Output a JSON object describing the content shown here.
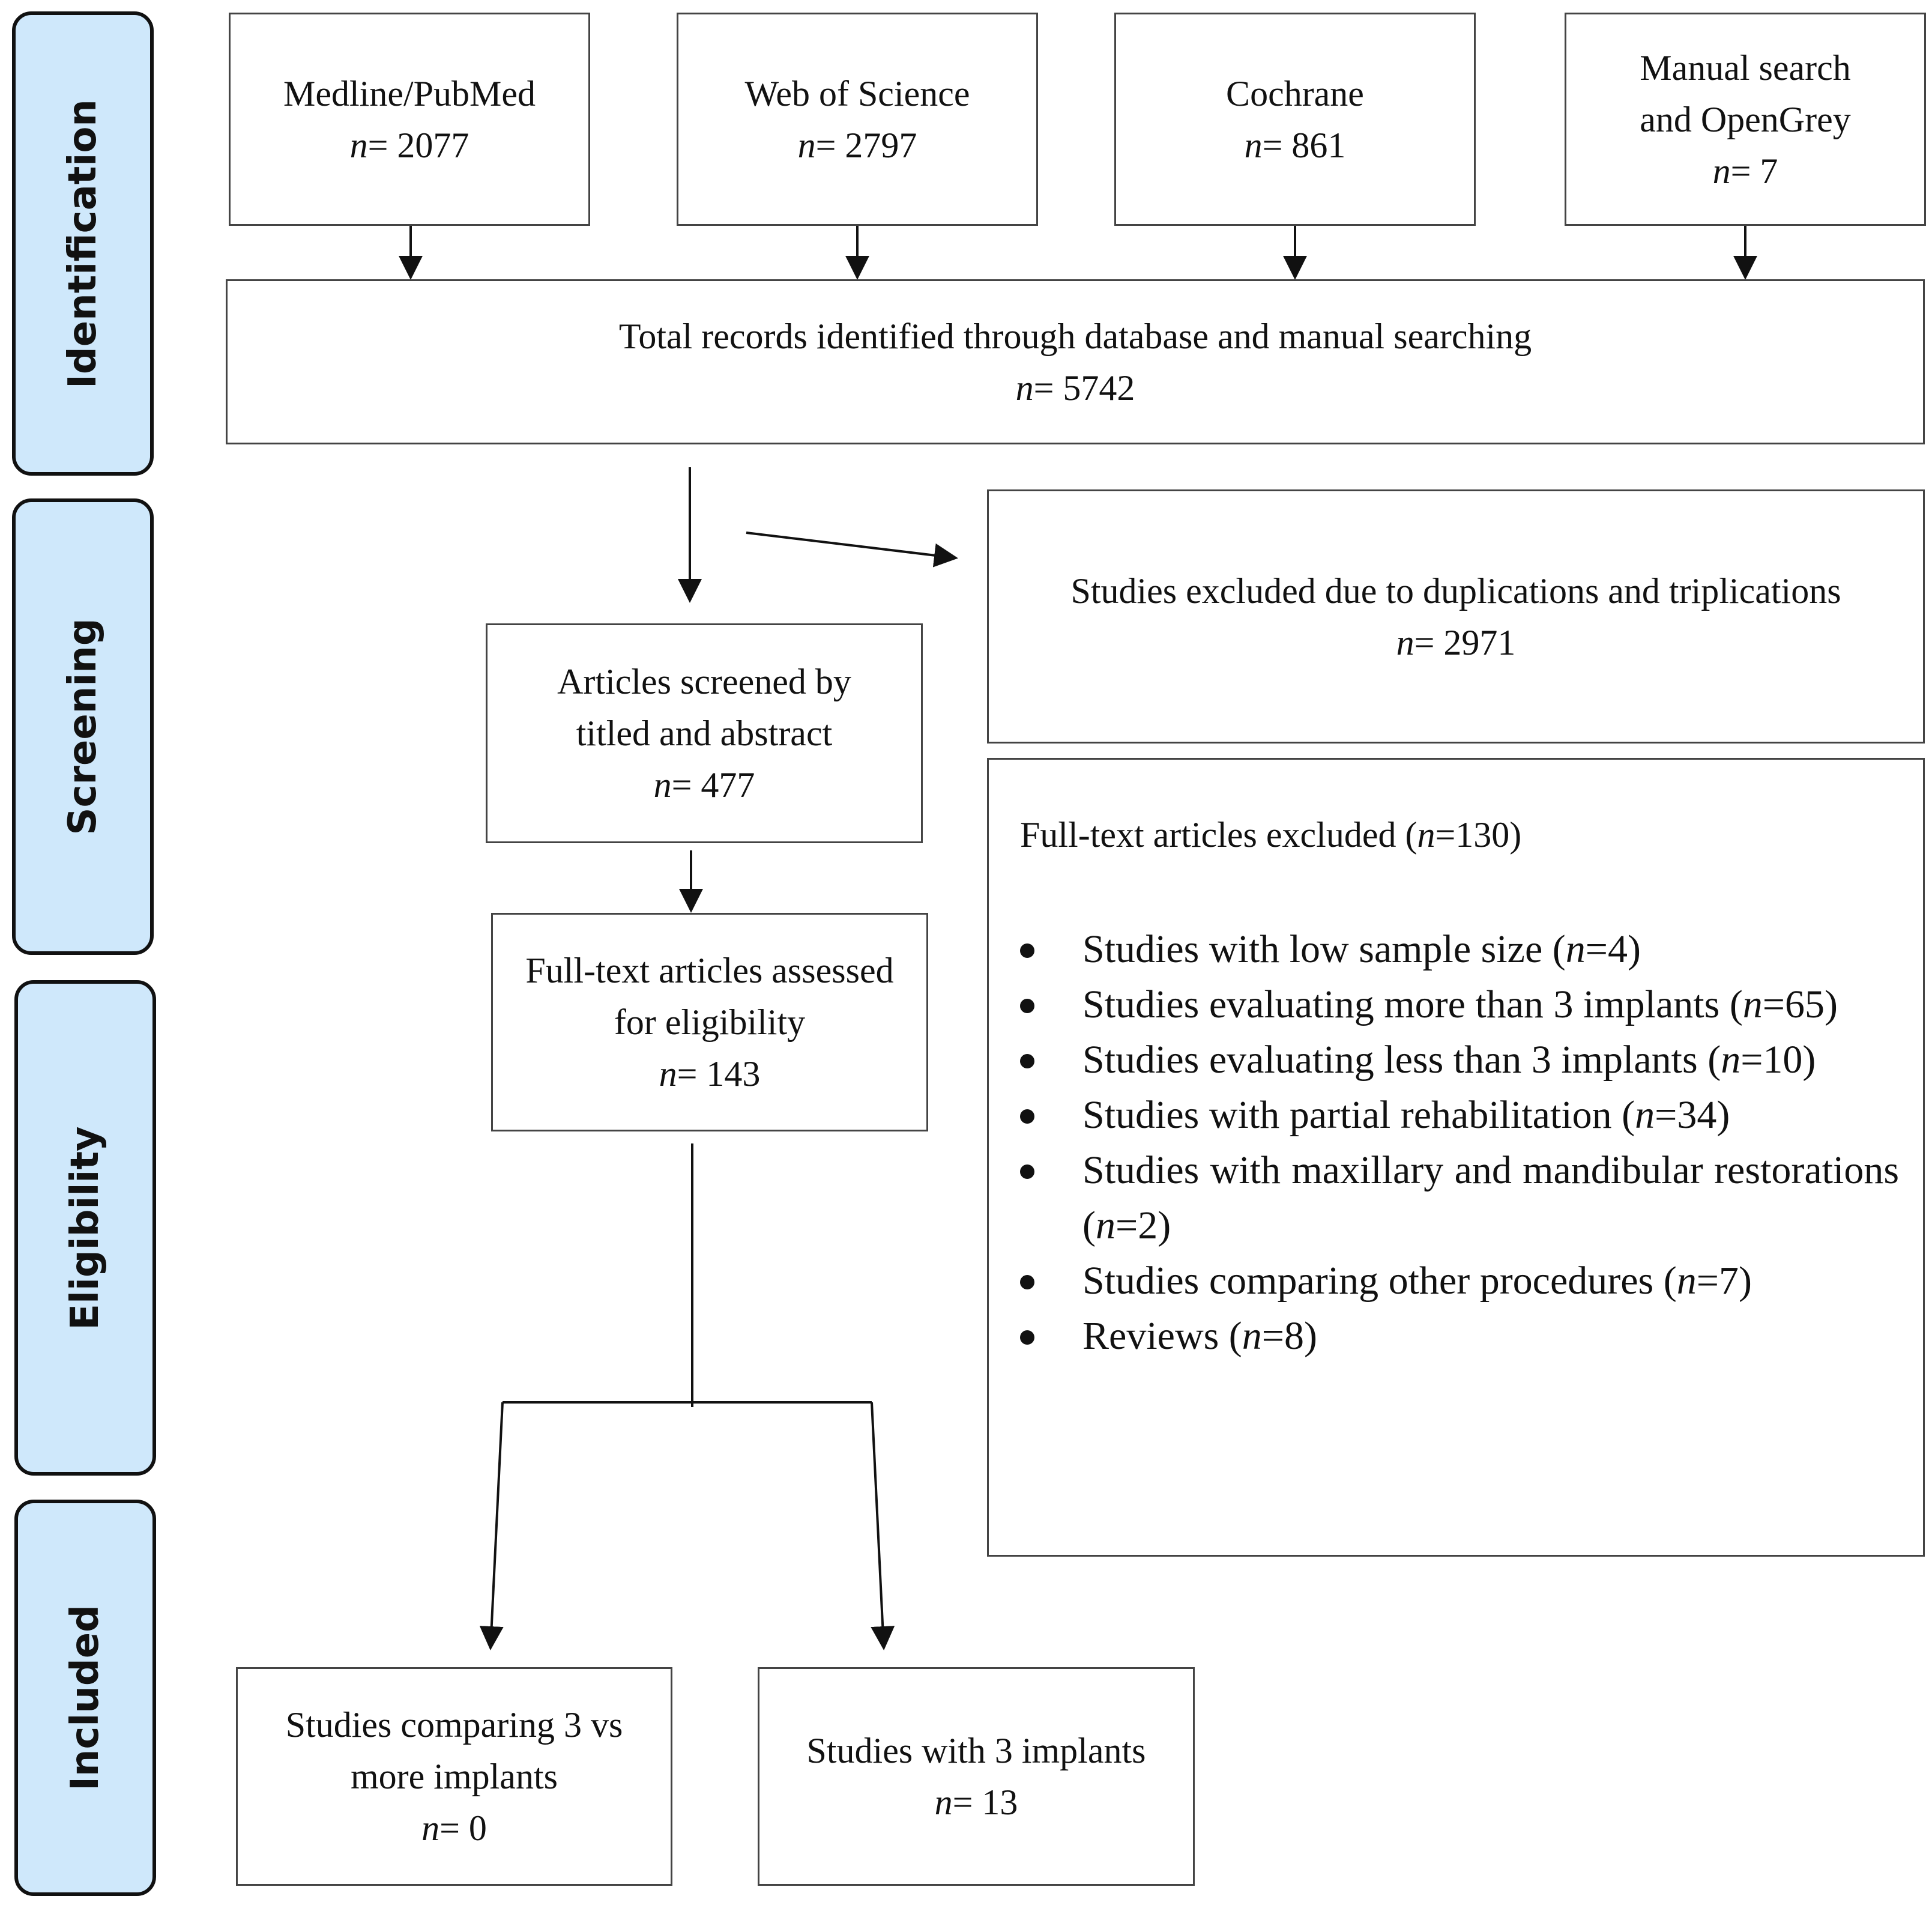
{
  "colors": {
    "stage_bg": "#cfe8fb",
    "line": "#111111",
    "box_border": "#444444"
  },
  "stages": {
    "identification": "Identification",
    "screening": "Screening",
    "eligibility": "Eligibility",
    "included": "Included"
  },
  "sources": [
    {
      "label": "Medline/PubMed",
      "n_prefix": "n",
      "n_value": "= 2077"
    },
    {
      "label": "Web of Science",
      "n_prefix": "n",
      "n_value": "= 2797"
    },
    {
      "label": "Cochrane",
      "n_prefix": "n",
      "n_value": "= 861"
    },
    {
      "label_line1": "Manual search",
      "label_line2": "and OpenGrey",
      "n_prefix": "n",
      "n_value": "= 7"
    }
  ],
  "total": {
    "label": "Total records identified through database and manual searching",
    "n_prefix": "n",
    "n_value": "= 5742"
  },
  "duplicates": {
    "label": "Studies excluded due to duplications and triplications",
    "n_prefix": "n",
    "n_value": "= 2971"
  },
  "screened": {
    "line1": "Articles screened by",
    "line2": "titled and abstract",
    "n_prefix": "n",
    "n_value": "= 477"
  },
  "assessed": {
    "line1": "Full-text articles assessed",
    "line2": "for eligibility",
    "n_prefix": "n",
    "n_value": "= 143"
  },
  "excluded": {
    "head_text": "Full-text articles excluded (",
    "head_n": "n",
    "head_value": "=130)",
    "reasons": [
      {
        "text": "Studies with low sample size (",
        "n": "n",
        "value": "=4)"
      },
      {
        "text": "Studies evaluating more than 3 implants (",
        "n": "n",
        "value": "=65)"
      },
      {
        "text": "Studies evaluating less than 3 implants (",
        "n": "n",
        "value": "=10)"
      },
      {
        "text": "Studies with partial rehabilitation (",
        "n": "n",
        "value": "=34)"
      },
      {
        "text": "Studies with maxillary and mandibular restorations (",
        "n": "n",
        "value": "=2)"
      },
      {
        "text": "Studies comparing other procedures (",
        "n": "n",
        "value": "=7)"
      },
      {
        "text": "Reviews (",
        "n": "n",
        "value": "=8)"
      }
    ]
  },
  "included_a": {
    "line1": "Studies comparing 3 vs",
    "line2": "more implants",
    "n_prefix": "n",
    "n_value": "= 0"
  },
  "included_b": {
    "line1": "Studies with 3 implants",
    "n_prefix": "n",
    "n_value": "= 13"
  }
}
